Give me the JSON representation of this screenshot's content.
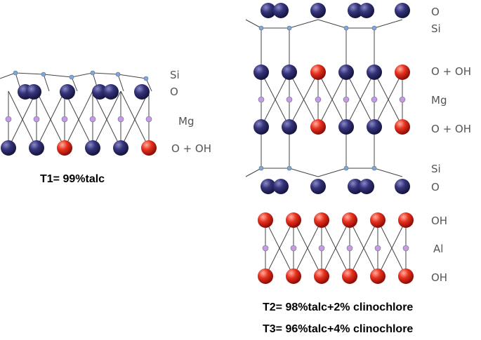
{
  "colors": {
    "oxygen": "#2e2d6e",
    "hydroxyl": "#e0241a",
    "silicon": "#7fa8d8",
    "cation": "#c79be0",
    "bond": "#444444"
  },
  "t1": {
    "layer_labels": {
      "si": "Si",
      "o": "O",
      "mg": "Mg",
      "o_oh": "O + OH"
    },
    "caption": "T1= 99%talc"
  },
  "talc": {
    "top_labels": {
      "o": "O",
      "si": "Si"
    },
    "mid_labels": {
      "o_oh_top": "O + OH",
      "mg": "Mg",
      "o_oh_bottom": "O + OH"
    },
    "bottom_labels": {
      "si": "Si",
      "o": "O"
    }
  },
  "brucite": {
    "labels": {
      "oh_top": "OH",
      "al": "Al",
      "oh_bottom": "OH"
    }
  },
  "captions": {
    "t2": "T2= 98%talc+2% clinochlore",
    "t3": "T3= 96%talc+4% clinochlore"
  }
}
